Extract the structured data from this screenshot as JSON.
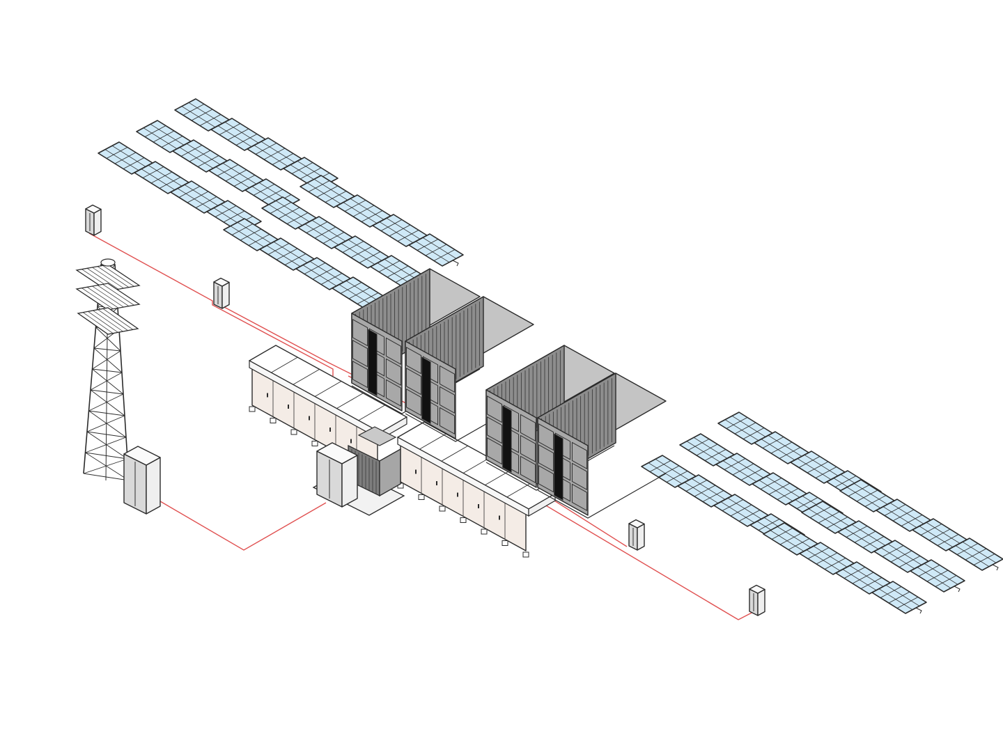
{
  "diagram": {
    "style": "isometric line illustration",
    "background_color": "#ffffff",
    "outline_color": "#2b2b2b",
    "panel_fill_color": "#cfe9f7",
    "panel_frame_color": "#e6eef3",
    "cable_color": "#e05050",
    "container_color": "#8d8d8d",
    "container_dark_color": "#5a5a5a",
    "cabinet_color": "#d9d9d9",
    "inverter_color": "#f4ece6",
    "tower_color": "#ffffff"
  },
  "components": {
    "solar_arrays": [
      {
        "name": "solar-array-top-left",
        "rows": 3,
        "cols": 4
      },
      {
        "name": "solar-array-top-center",
        "rows": 3,
        "cols": 4
      },
      {
        "name": "solar-array-bottom-right-a",
        "rows": 3,
        "cols": 4
      },
      {
        "name": "solar-array-bottom-right-b",
        "rows": 3,
        "cols": 4
      }
    ],
    "battery_containers": 4,
    "combiner_boxes": 4,
    "inverter_stations": 2,
    "transformer": 1,
    "grid_tower": 1,
    "grid_cabinet": 1
  }
}
